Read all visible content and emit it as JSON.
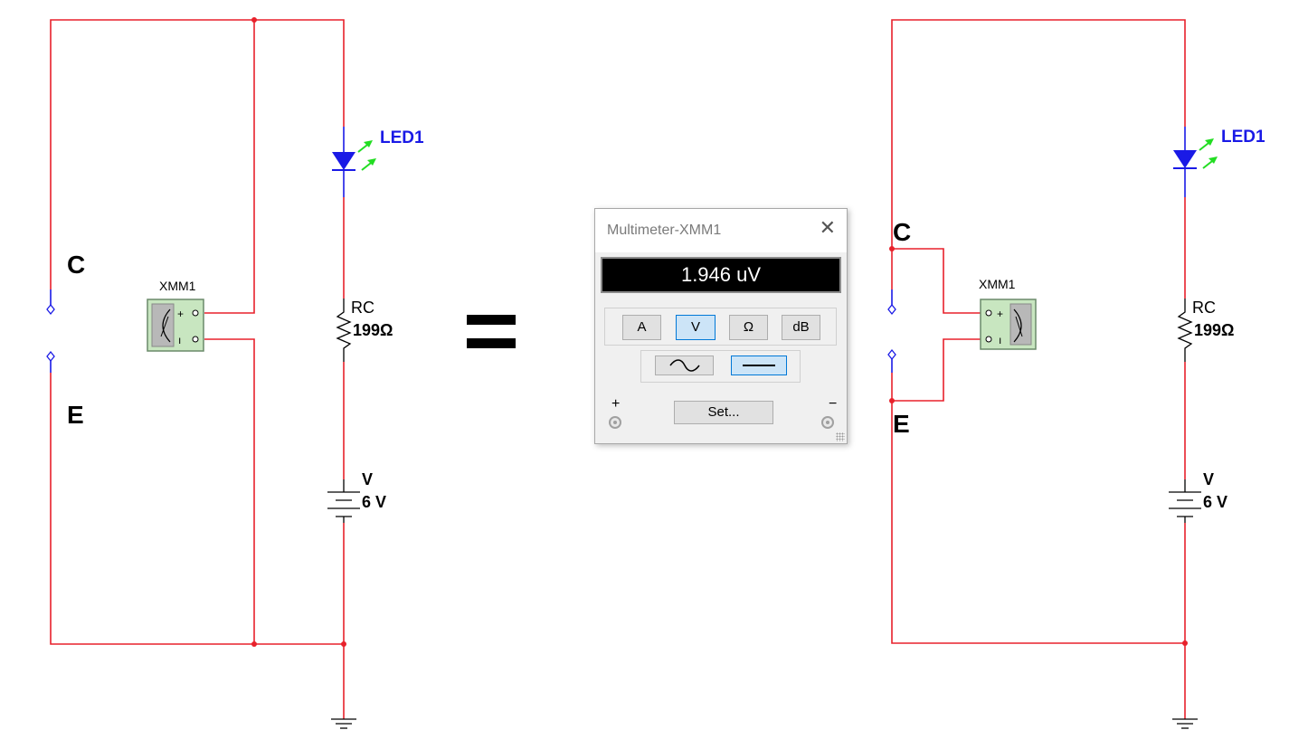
{
  "left_circuit": {
    "node_c": "C",
    "node_e": "E",
    "meter_label": "XMM1",
    "led_label": "LED1",
    "resistor_name": "RC",
    "resistor_value": "199Ω",
    "source_name": "V",
    "source_value": "6 V"
  },
  "equals_sign": "=",
  "right_circuit": {
    "node_c": "C",
    "node_e": "E",
    "meter_label": "XMM1",
    "led_label": "LED1",
    "resistor_name": "RC",
    "resistor_value": "199Ω",
    "source_name": "V",
    "source_value": "6 V"
  },
  "multimeter": {
    "title": "Multimeter-XMM1",
    "reading": "1.946 uV",
    "buttons": {
      "amps": "A",
      "volts": "V",
      "ohms": "Ω",
      "db": "dB",
      "set": "Set..."
    },
    "selected_mode": "V",
    "selected_signal": "DC",
    "plus_label": "+",
    "minus_label": "−"
  },
  "colors": {
    "wire": "#e8212b",
    "component_blue": "#1a1ae6",
    "led_arrow": "#22dd22",
    "meter_body": "#c8e6c0"
  }
}
